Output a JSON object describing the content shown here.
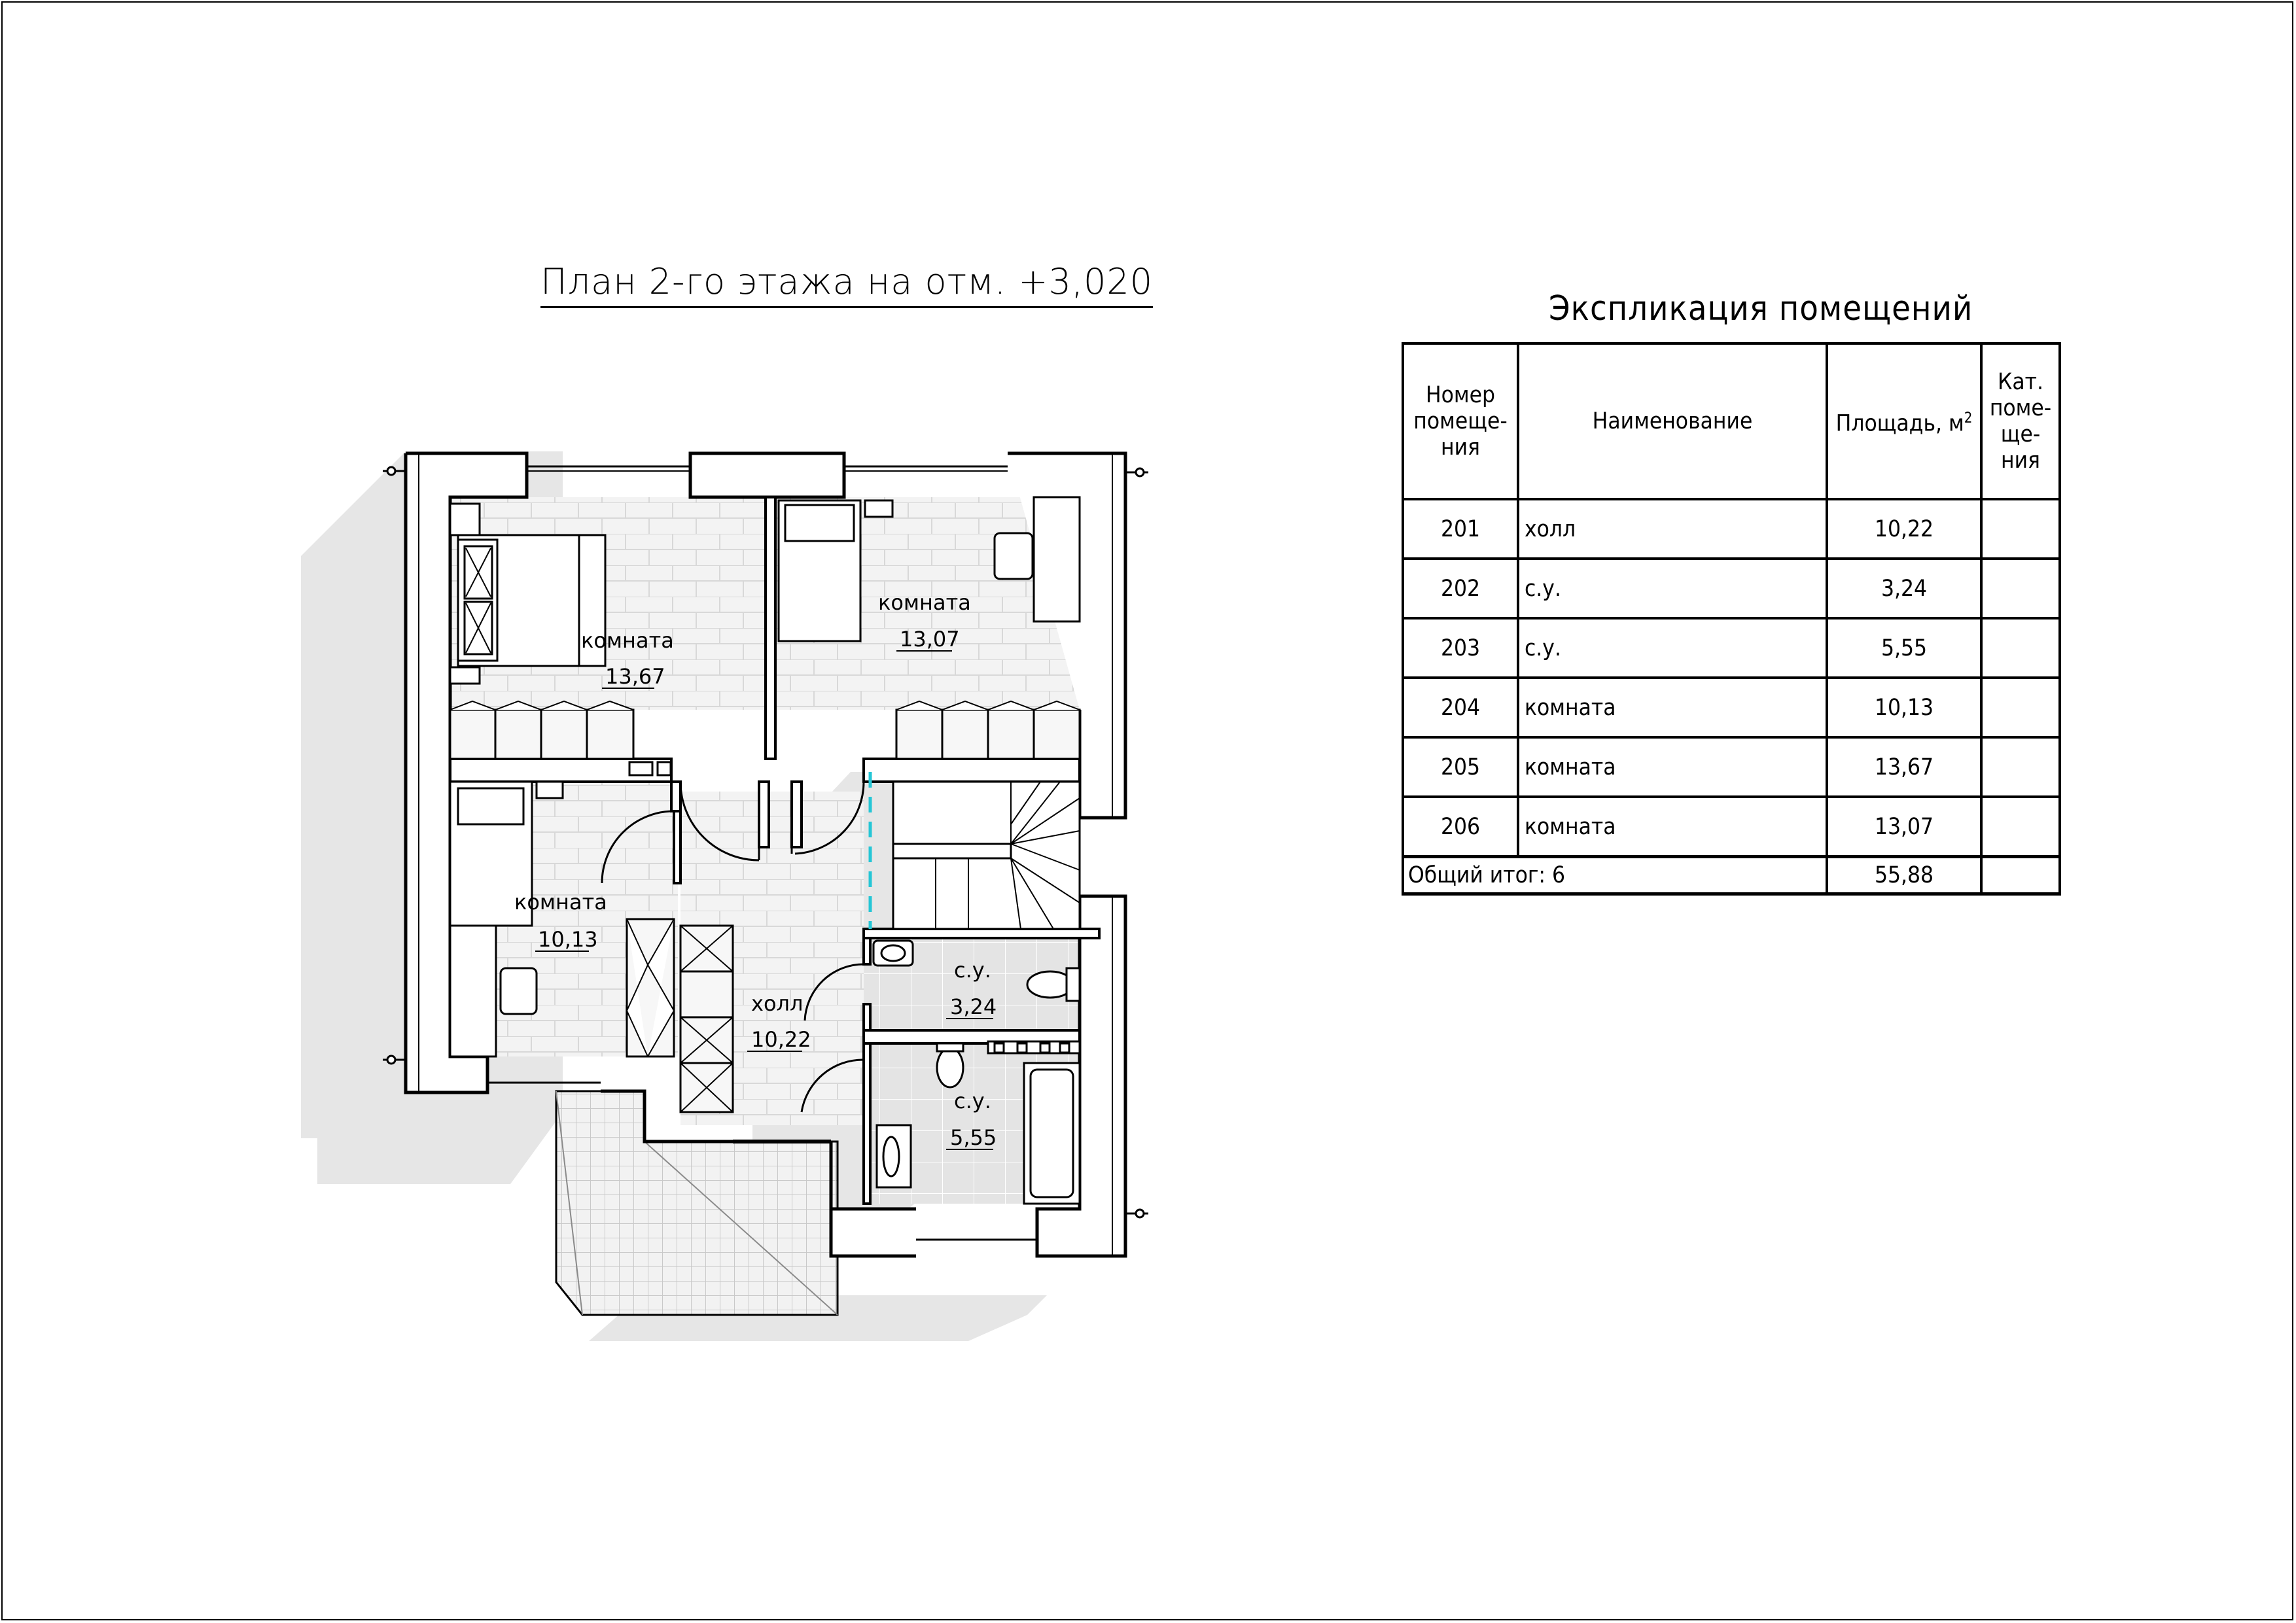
{
  "plan_title": "План 2-го этажа на отм. +3,020",
  "table_title": "Экспликация помещений",
  "table": {
    "headers": {
      "number": [
        "Номер",
        "помеще-",
        "ния"
      ],
      "name": "Наименование",
      "area": "Площадь, м",
      "area_sup": "2",
      "category": [
        "Кат.",
        "поме-",
        "ще-",
        "ния"
      ]
    },
    "rows": [
      {
        "number": "201",
        "name": "холл",
        "area": "10,22",
        "category": ""
      },
      {
        "number": "202",
        "name": "с.у.",
        "area": "3,24",
        "category": ""
      },
      {
        "number": "203",
        "name": "с.у.",
        "area": "5,55",
        "category": ""
      },
      {
        "number": "204",
        "name": "комната",
        "area": "10,13",
        "category": ""
      },
      {
        "number": "205",
        "name": "комната",
        "area": "13,67",
        "category": ""
      },
      {
        "number": "206",
        "name": "комната",
        "area": "13,07",
        "category": ""
      }
    ],
    "total": {
      "label": "Общий итог: 6",
      "area": "55,88",
      "category": ""
    }
  },
  "rooms": [
    {
      "id": "room-205",
      "name": "комната",
      "area": "13,67"
    },
    {
      "id": "room-206",
      "name": "комната",
      "area": "13,07"
    },
    {
      "id": "room-204",
      "name": "комната",
      "area": "10,13"
    },
    {
      "id": "room-201",
      "name": "холл",
      "area": "10,22"
    },
    {
      "id": "room-202",
      "name": "с.у.",
      "area": "3,24"
    },
    {
      "id": "room-203",
      "name": "с.у.",
      "area": "5,55"
    }
  ],
  "colors": {
    "wall": "#000000",
    "shadow": "#e6e6e6",
    "tile_gray": "#e2e2e2",
    "floor_line": "#cfcfcf",
    "cyan_line": "#25c6d6"
  }
}
